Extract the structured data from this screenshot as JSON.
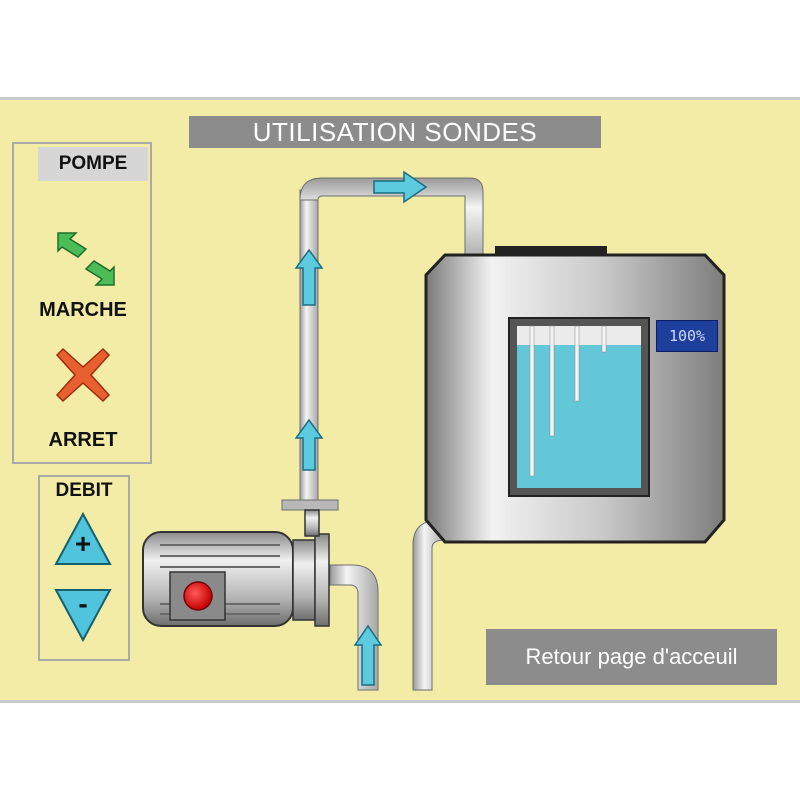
{
  "title": "UTILISATION SONDES",
  "pompe": {
    "header": "POMPE",
    "marche_label": "MARCHE",
    "arret_label": "ARRET",
    "marche_icon": "start-arrows-icon",
    "arret_icon": "stop-x-icon"
  },
  "debit": {
    "label": "DEBIT",
    "plus_symbol": "+",
    "minus_symbol": "-",
    "plus_icon": "increase-triangle-icon",
    "minus_icon": "decrease-triangle-icon"
  },
  "tank": {
    "level_text": "100%",
    "level_percent": 100
  },
  "retour_button": "Retour page d'acceuil",
  "colors": {
    "background": "#f3eca6",
    "title_bar": "#8c8c8c",
    "water": "#63c7d8",
    "arrow": "#5ccbe0",
    "stop": "#e2532a",
    "start": "#3fae4a",
    "level_badge": "#1f3f9c"
  }
}
